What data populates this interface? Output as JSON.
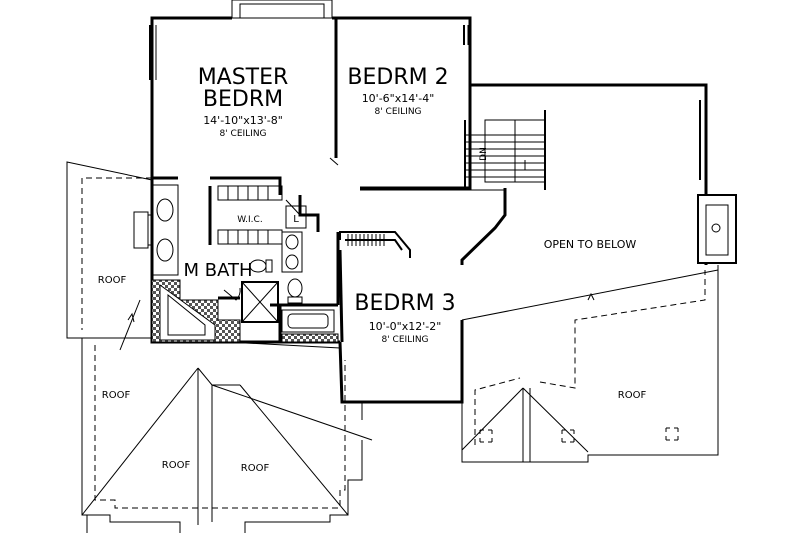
{
  "rooms": {
    "master": {
      "line1": "MASTER",
      "line2": "BEDRM",
      "dims": "14'-10\"x13'-8\"",
      "ceiling": "8' CEILING"
    },
    "bedrm2": {
      "name": "BEDRM 2",
      "dims": "10'-6\"x14'-4\"",
      "ceiling": "8' CEILING"
    },
    "bedrm3": {
      "name": "BEDRM 3",
      "dims": "10'-0\"x12'-2\"",
      "ceiling": "8' CEILING"
    },
    "mbath": {
      "name": "M BATH"
    },
    "wic": {
      "name": "W.I.C."
    },
    "linen": {
      "name": "L"
    },
    "open": {
      "name": "OPEN TO BELOW"
    },
    "stair": {
      "label": "DN"
    }
  },
  "roofs": [
    "ROOF",
    "ROOF",
    "ROOF",
    "ROOF",
    "ROOF"
  ]
}
